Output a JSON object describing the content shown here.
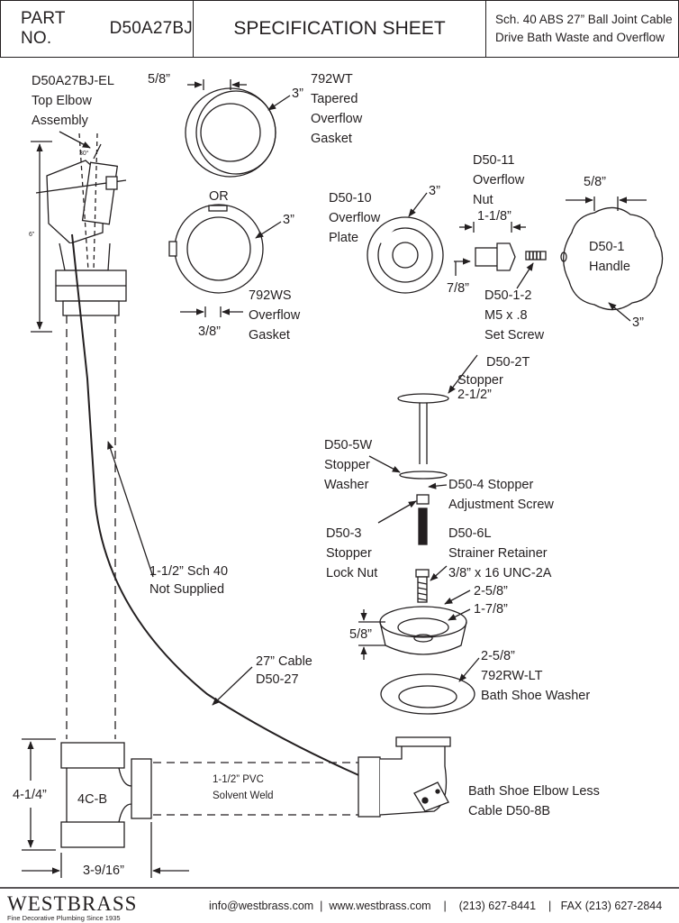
{
  "header": {
    "part_no_label": "PART NO.",
    "part_no": "D50A27BJ",
    "title": "SPECIFICATION SHEET",
    "desc_line1": "Sch. 40 ABS 27” Ball Joint Cable",
    "desc_line2": "Drive Bath Waste and Overflow"
  },
  "labels": {
    "elbow_l1": "D50A27BJ-EL",
    "elbow_l2": "Top Elbow",
    "elbow_l3": "Assembly",
    "angle": "30°",
    "height6": "6”",
    "wt_dim": "5/8”",
    "wt_l1": "792WT",
    "wt_l2": "Tapered",
    "wt_l3": "Overflow",
    "wt_l4": "Gasket",
    "wt_size": "3”",
    "or": "OR",
    "ws_size": "3”",
    "ws_l1": "792WS",
    "ws_l2": "Overflow",
    "ws_l3": "Gasket",
    "ws_dim": "3/8”",
    "plate_size": "3”",
    "plate_l1": "D50-10",
    "plate_l2": "Overflow",
    "plate_l3": "Plate",
    "nut_l1": "D50-11",
    "nut_l2": "Overflow",
    "nut_l3": "Nut",
    "nut_dim": "1-1/8”",
    "nut_len": "7/8”",
    "screw_l1": "D50-1-2",
    "screw_l2": "M5 x .8",
    "screw_l3": "Set Screw",
    "handle_dim": "5/8”",
    "handle_l1": "D50-1",
    "handle_l2": "Handle",
    "handle_size": "3”",
    "stopper_l1": "D50-2T",
    "stopper_l2": "Stopper",
    "stopper_l3": "2-1/2”",
    "washer_l1": "D50-5W",
    "washer_l2": "Stopper",
    "washer_l3": "Washer",
    "adj_l1": "D50-4 Stopper",
    "adj_l2": "Adjustment Screw",
    "lock_l1": "D50-3",
    "lock_l2": "Stopper",
    "lock_l3": "Lock Nut",
    "ret_l1": "D50-6L",
    "ret_l2": "Strainer Retainer",
    "ret_l3": "3/8” x 16 UNC-2A",
    "strainer_od": "2-5/8”",
    "strainer_id": "1-7/8”",
    "strainer_h": "5/8”",
    "shoe_w_od": "2-5/8”",
    "shoe_w_l1": "792RW-LT",
    "shoe_w_l2": "Bath Shoe Washer",
    "pipe_l1": "1-1/2” Sch 40",
    "pipe_l2": "Not Supplied",
    "cable_l1": "27” Cable",
    "cable_l2": "D50-27",
    "tee_h": "4-1/4”",
    "tee_name": "4C-B",
    "tee_w": "3-9/16”",
    "pvc_l1": "1-1/2” PVC",
    "pvc_l2": "Solvent Weld",
    "elbowb_l1": "Bath Shoe Elbow Less",
    "elbowb_l2": "Cable D50-8B"
  },
  "footer": {
    "brand": "WESTBRASS",
    "tagline": "Fine Decorative Plumbing Since 1935",
    "contact": "info@westbrass.com  |  www.westbrass.com    |    (213) 627-8441    |   FAX (213) 627-2844"
  },
  "colors": {
    "ink": "#231f20",
    "paper": "#ffffff"
  }
}
